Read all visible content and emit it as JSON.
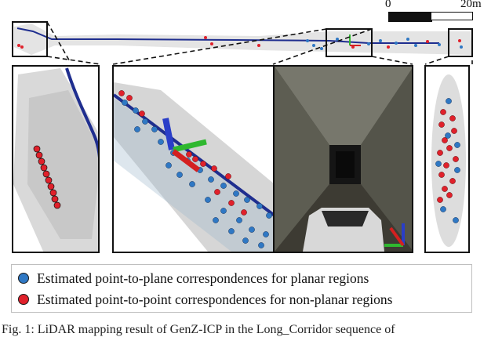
{
  "figure": {
    "scale_bar": {
      "start": "0",
      "end": "20m"
    },
    "legend": {
      "planar": {
        "label": "Estimated point-to-plane correspondences for planar regions",
        "color": "#2f78c4"
      },
      "nonplanar": {
        "label": "Estimated point-to-point correspondences for non-planar regions",
        "color": "#e0212b"
      }
    },
    "caption": "Fig. 1: LiDAR mapping result of GenZ-ICP in the Long_Corridor sequence of"
  },
  "colors": {
    "trajectory": "#1f2e8f",
    "points": "#9a9a9a",
    "axis_x": "#d42020",
    "axis_y": "#2fb82f",
    "axis_z": "#2a3ec8"
  }
}
